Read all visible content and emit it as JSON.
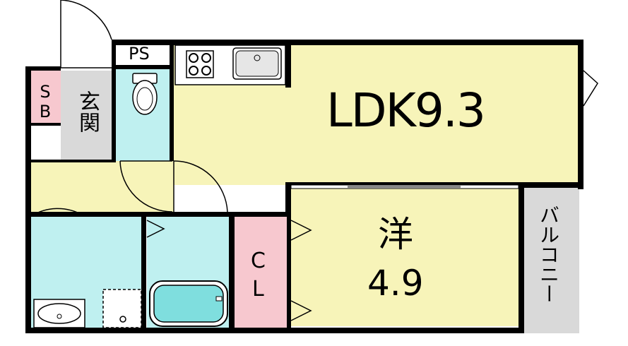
{
  "colors": {
    "wall": "#000000",
    "ldk_floor": "#f7f4b9",
    "western_floor": "#f7f4b9",
    "wet_area": "#bff0f0",
    "closet": "#f7c8cf",
    "sb": "#f7c8cf",
    "entrance": "#d9d9d9",
    "balcony": "#d9d9d9"
  },
  "rooms": {
    "ldk": {
      "label": "LDK9.3"
    },
    "western": {
      "label_top": "洋",
      "label_bottom": "4.9"
    },
    "closet": {
      "label_top": "C",
      "label_bottom": "L"
    },
    "entrance": {
      "label": "玄関"
    },
    "shoe_box": {
      "label": "SB"
    },
    "pipe_space": {
      "label": "PS"
    },
    "balcony": {
      "label": "バルコニー"
    }
  },
  "fixtures": [
    "stove-icon",
    "kitchen-sink-icon",
    "toilet-icon",
    "washbasin-icon",
    "washing-machine-pan-icon",
    "bathtub-icon"
  ]
}
